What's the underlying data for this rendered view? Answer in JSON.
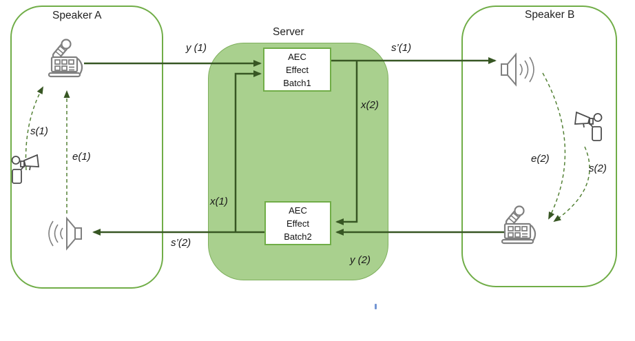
{
  "regions": {
    "speaker_a": {
      "title": "Speaker A"
    },
    "server": {
      "title": "Server"
    },
    "speaker_b": {
      "title": "Speaker B"
    }
  },
  "blocks": {
    "batch1": {
      "lines": [
        "AEC",
        "Effect",
        "Batch1"
      ]
    },
    "batch2": {
      "lines": [
        "AEC",
        "Effect",
        "Batch2"
      ]
    }
  },
  "signals": {
    "y1": "y (1)",
    "s1o": "s’(1)",
    "x2": "x(2)",
    "x1": "x(1)",
    "s2o": "s’(2)",
    "y2": "y (2)",
    "s1": "s(1)",
    "e1": "e(1)",
    "e2": "e(2)",
    "s2": "s(2)"
  },
  "icons": {
    "speaker_a_console": "mic-console-icon",
    "speaker_a_person": "person-megaphone-icon",
    "speaker_a_loudspeaker": "loudspeaker-icon",
    "speaker_b_loudspeaker": "loudspeaker-icon",
    "speaker_b_person": "person-megaphone-icon",
    "speaker_b_console": "mic-console-icon"
  },
  "colors": {
    "region_border": "#70AD47",
    "server_fill": "#A9D08E",
    "server_border": "#7EAF5C",
    "arrow_solid": "#375623",
    "arrow_dashed": "#538135",
    "icon_gray": "#7F7F7F",
    "person_gray": "#4D4D4D",
    "stray_mark_blue": "#4472C4"
  }
}
